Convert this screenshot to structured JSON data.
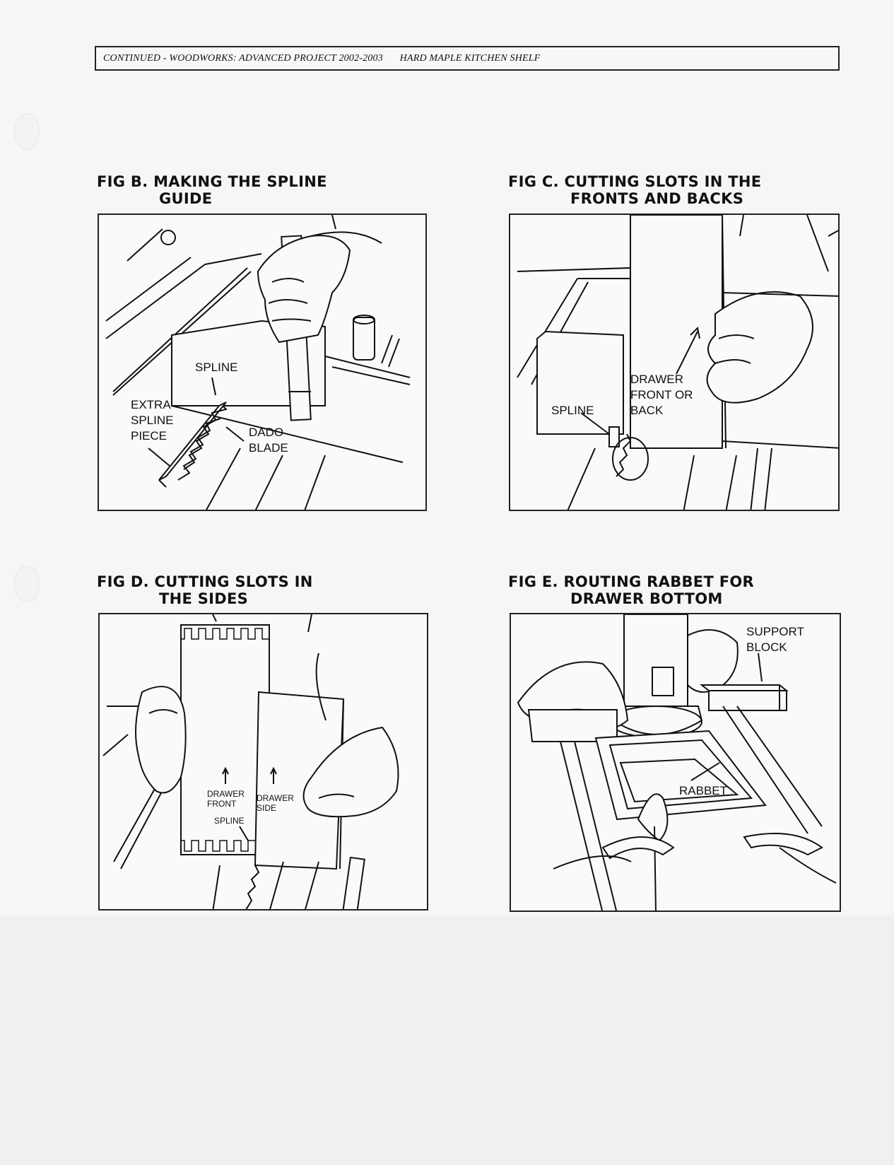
{
  "header": {
    "parts": [
      "CONTINUED - WOODWORKS: ADVANCED PROJECT 2002-2003",
      "HARD MAPLE KITCHEN SHELF"
    ]
  },
  "figures": [
    {
      "id": "fig-b",
      "title_line1": "FIG B. MAKING THE SPLINE",
      "title_line2": "GUIDE",
      "labels": [
        "SPLINE",
        "EXTRA",
        "SPLINE",
        "PIECE",
        "DADO",
        "BLADE"
      ]
    },
    {
      "id": "fig-c",
      "title_line1": "FIG C. CUTTING SLOTS IN THE",
      "title_line2": "FRONTS AND BACKS",
      "labels": [
        "DRAWER",
        "FRONT OR",
        "BACK",
        "SPLINE"
      ]
    },
    {
      "id": "fig-d",
      "title_line1": "FIG D. CUTTING SLOTS IN",
      "title_line2": "THE SIDES",
      "labels": [
        "DRAWER",
        "FRONT",
        "DRAWER",
        "SIDE",
        "SPLINE"
      ]
    },
    {
      "id": "fig-e",
      "title_line1": "FIG E. ROUTING RABBET FOR",
      "title_line2": "DRAWER BOTTOM",
      "labels": [
        "SUPPORT",
        "BLOCK",
        "RABBET"
      ]
    }
  ],
  "colors": {
    "ink": "#111111",
    "paper": "#f6f6f4"
  }
}
